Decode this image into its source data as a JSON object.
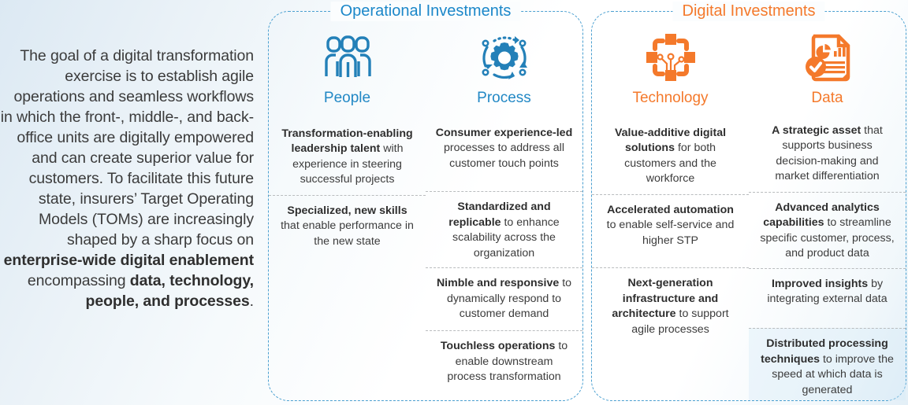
{
  "intro": {
    "segments": [
      {
        "text": "The goal of a digital transformation exercise is to establish agile operations and seamless workflows in which the front-, middle-, and back-office units are digitally empowered and can create superior value for customers. To facilitate this future state, insurers’ Target Operating Models (TOMs) are increasingly shaped by a sharp focus on ",
        "bold": false
      },
      {
        "text": "enterprise-wide digital enablement",
        "bold": true
      },
      {
        "text": " encompassing ",
        "bold": false
      },
      {
        "text": "data, technology, people, and processes",
        "bold": true
      },
      {
        "text": ".",
        "bold": false
      }
    ]
  },
  "colors": {
    "blue": "#2288c5",
    "blue_border": "#4a9fd0",
    "orange": "#f4792b",
    "divider": "#b9bcbe",
    "body_text": "#3c3c3c",
    "tint": "#d6ebf6"
  },
  "panels": [
    {
      "id": "operational",
      "title": "Operational Investments",
      "accent": "#1b87c9",
      "columns": [
        {
          "label": "People",
          "icon": "people-icon",
          "cells": [
            {
              "segments": [
                {
                  "text": "Transformation-enabling leadership talent",
                  "bold": true
                },
                {
                  "text": " with experience in steering successful projects",
                  "bold": false
                }
              ]
            },
            {
              "segments": [
                {
                  "text": "Specialized, new skills",
                  "bold": true
                },
                {
                  "text": " that enable performance in the new state",
                  "bold": false
                }
              ]
            },
            {
              "segments": [],
              "empty": true
            },
            {
              "segments": [],
              "empty": true
            }
          ]
        },
        {
          "label": "Process",
          "icon": "process-gear-icon",
          "cells": [
            {
              "segments": [
                {
                  "text": "Consumer experience-led",
                  "bold": true
                },
                {
                  "text": " processes to address all customer touch points",
                  "bold": false
                }
              ]
            },
            {
              "segments": [
                {
                  "text": "Standardized and replicable",
                  "bold": true
                },
                {
                  "text": " to enhance scalability across the organization",
                  "bold": false
                }
              ]
            },
            {
              "segments": [
                {
                  "text": "Nimble and responsive",
                  "bold": true
                },
                {
                  "text": " to dynamically respond to customer demand",
                  "bold": false
                }
              ]
            },
            {
              "segments": [
                {
                  "text": "Touchless operations",
                  "bold": true
                },
                {
                  "text": " to enable downstream process transformation",
                  "bold": false
                }
              ]
            }
          ]
        }
      ]
    },
    {
      "id": "digital",
      "title": "Digital Investments",
      "accent": "#f4792b",
      "columns": [
        {
          "label": "Technology",
          "icon": "technology-chip-icon",
          "cells": [
            {
              "segments": [
                {
                  "text": "Value-additive digital solutions",
                  "bold": true
                },
                {
                  "text": " for both customers and the workforce",
                  "bold": false
                }
              ]
            },
            {
              "segments": [
                {
                  "text": "Accelerated automation",
                  "bold": true
                },
                {
                  "text": " to enable self-service and higher STP",
                  "bold": false
                }
              ]
            },
            {
              "segments": [
                {
                  "text": "Next-generation infrastructure and architecture",
                  "bold": true
                },
                {
                  "text": " to support agile processes",
                  "bold": false
                }
              ]
            },
            {
              "segments": [],
              "empty": true
            }
          ]
        },
        {
          "label": "Data",
          "icon": "data-report-icon",
          "cells": [
            {
              "segments": [
                {
                  "text": "A strategic asset",
                  "bold": true
                },
                {
                  "text": " that supports business decision-making and market differentiation",
                  "bold": false
                }
              ]
            },
            {
              "segments": [
                {
                  "text": "Advanced analytics capabilities",
                  "bold": true
                },
                {
                  "text": " to streamline specific customer, process, and product data",
                  "bold": false
                }
              ]
            },
            {
              "segments": [
                {
                  "text": "Improved insights",
                  "bold": true
                },
                {
                  "text": " by integrating external data",
                  "bold": false
                }
              ]
            },
            {
              "segments": [
                {
                  "text": "Distributed processing techniques",
                  "bold": true
                },
                {
                  "text": " to improve the speed at which data is generated",
                  "bold": false
                }
              ],
              "tinted": true
            }
          ]
        }
      ]
    }
  ]
}
